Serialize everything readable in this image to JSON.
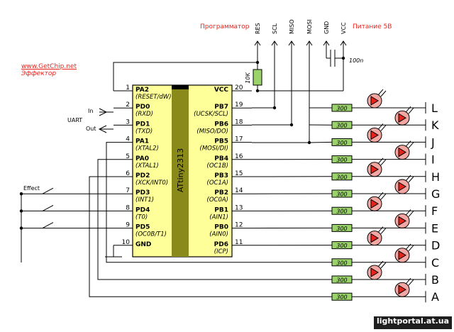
{
  "header": {
    "programmer_label": "Программатор",
    "power_label": "Питание 5В",
    "columns": [
      "RES",
      "SCL",
      "MISO",
      "MOSI",
      "GND",
      "VCC"
    ]
  },
  "brand": {
    "url": "www.GetChip.net",
    "subtitle": "Эффектор"
  },
  "capacitor": {
    "label": "100n"
  },
  "resistor_pullup": {
    "label": "10K"
  },
  "chip": {
    "name": "ATtiny2313"
  },
  "left_pins": [
    {
      "num": "1",
      "name": "PA2",
      "sub": "(RESET/dW)"
    },
    {
      "num": "2",
      "name": "PD0",
      "sub": "(RXD)"
    },
    {
      "num": "3",
      "name": "PD1",
      "sub": "(TXD)"
    },
    {
      "num": "4",
      "name": "PA1",
      "sub": "(XTAL2)"
    },
    {
      "num": "5",
      "name": "PA0",
      "sub": "(XTAL1)"
    },
    {
      "num": "6",
      "name": "PD2",
      "sub": "(XCK/INT0)"
    },
    {
      "num": "7",
      "name": "PD3",
      "sub": "(INT1)"
    },
    {
      "num": "8",
      "name": "PD4",
      "sub": "(T0)"
    },
    {
      "num": "9",
      "name": "PD5",
      "sub": "(OC0B/T1)"
    },
    {
      "num": "10",
      "name": "GND",
      "sub": ""
    }
  ],
  "right_pins": [
    {
      "num": "20",
      "name": "VCC",
      "sub": ""
    },
    {
      "num": "19",
      "name": "PB7",
      "sub": "(UCSK/SCL)"
    },
    {
      "num": "18",
      "name": "PB6",
      "sub": "(MISO/DO)"
    },
    {
      "num": "17",
      "name": "PB5",
      "sub": "(MOSI/DI)"
    },
    {
      "num": "16",
      "name": "PB4",
      "sub": "(OC1B)"
    },
    {
      "num": "15",
      "name": "PB3",
      "sub": "(OC1A)"
    },
    {
      "num": "14",
      "name": "PB2",
      "sub": "(OC0A)"
    },
    {
      "num": "13",
      "name": "PB1",
      "sub": "(AIN1)"
    },
    {
      "num": "12",
      "name": "PB0",
      "sub": "(AIN0)"
    },
    {
      "num": "11",
      "name": "PD6",
      "sub": "(ICP)"
    }
  ],
  "uart": {
    "label": "UART",
    "in": "In",
    "out": "Out"
  },
  "effect": {
    "label": "Effect"
  },
  "led_resistor": "300",
  "outputs": [
    "L",
    "K",
    "J",
    "I",
    "H",
    "G",
    "F",
    "E",
    "D",
    "C",
    "B",
    "A"
  ],
  "watermark": "lightportal.at.ua"
}
